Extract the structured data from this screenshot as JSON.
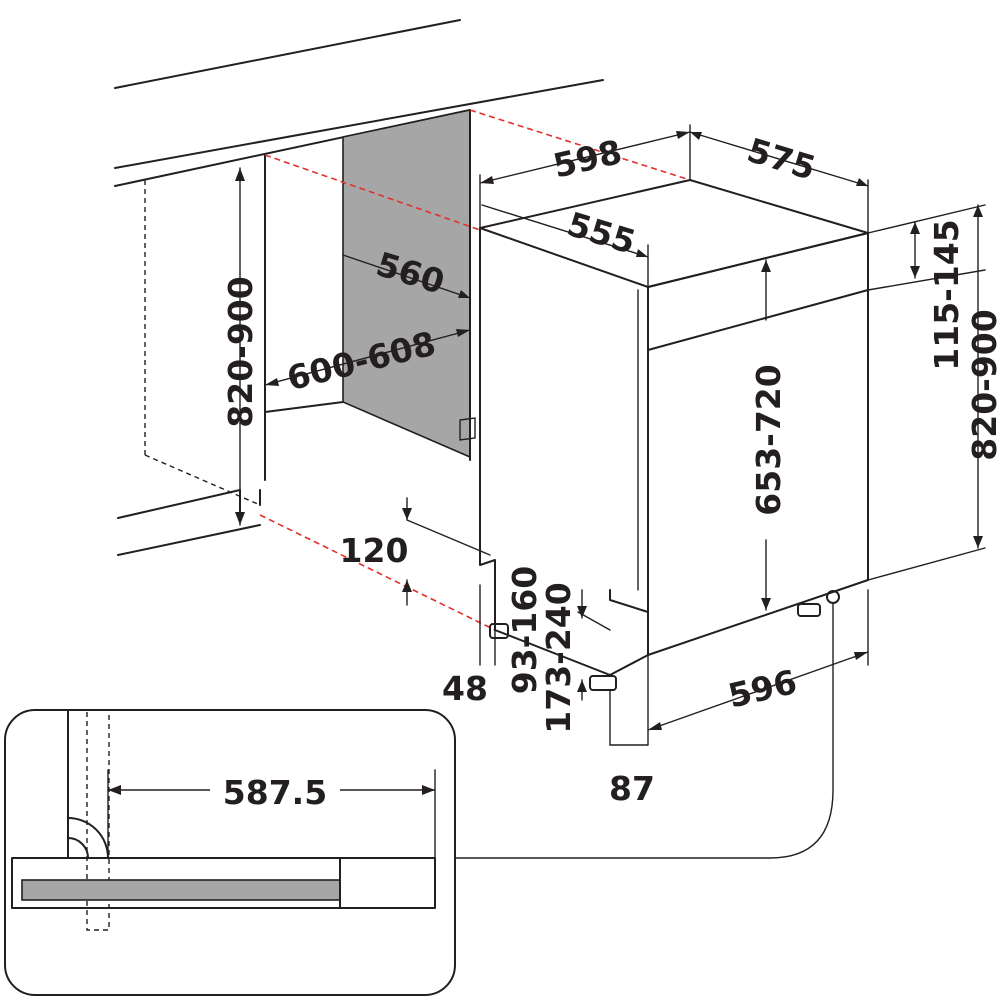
{
  "colors": {
    "line": "#231f20",
    "hidden_edge": "#e0312c",
    "panel_fill": "#a7a6a6",
    "background": "#ffffff"
  },
  "dimensions": {
    "width_top": "598",
    "depth_top": "575",
    "inner_depth": "555",
    "niche_depth": "560",
    "niche_width": "600-608",
    "niche_height": "820-900",
    "plinth_height": "120",
    "plinth_recess": "48",
    "foot_adjust_1": "93-160",
    "foot_adjust_2": "173-240",
    "foot_offset": "87",
    "front_width": "596",
    "door_height": "653-720",
    "panel_range": "115-145",
    "appliance_height": "820-900",
    "detail_width": "587.5"
  }
}
